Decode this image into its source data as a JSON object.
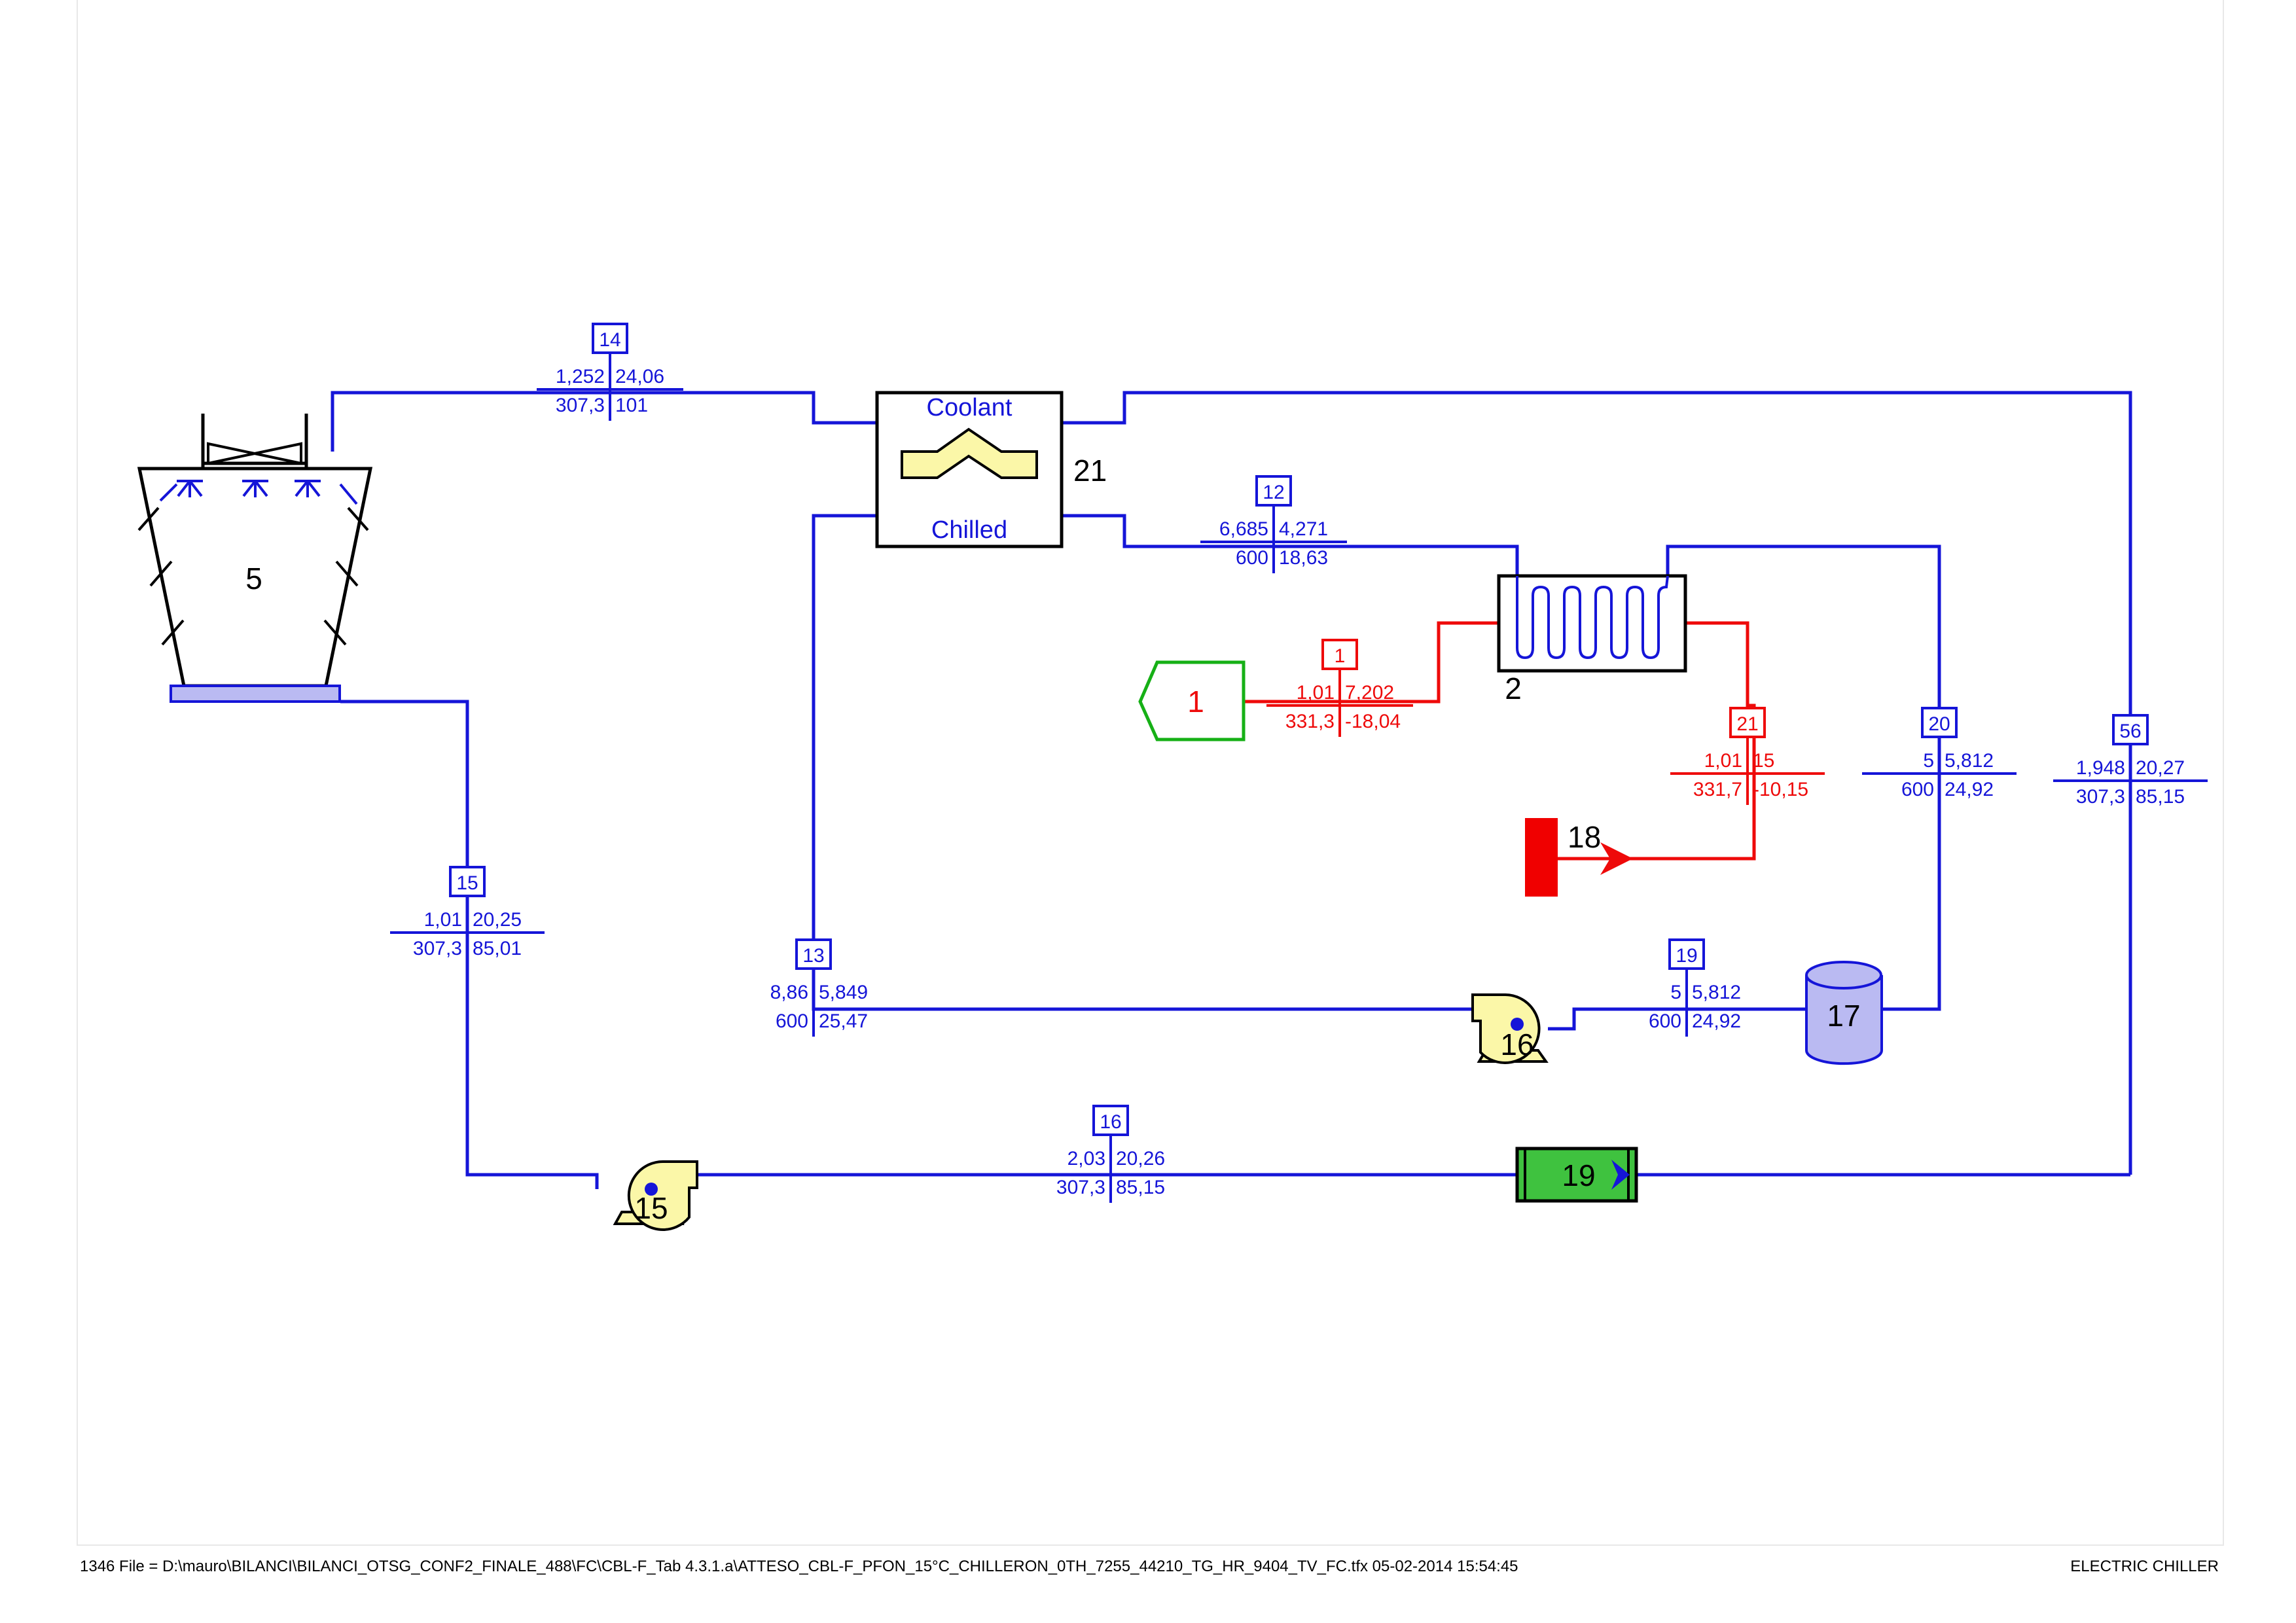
{
  "colors": {
    "water": "#1515d8",
    "refrigerant": "#ee0a0a",
    "source": "#16b016",
    "component_fill": "#fbf7a8",
    "tank_fill": "#babaf2",
    "heater": "#f00000",
    "filter": "#3fc23f"
  },
  "components": {
    "cooling_tower": "5",
    "heat_exchanger": "21",
    "hx_top_label": "Coolant",
    "hx_bottom_label": "Chilled",
    "evaporator": "2",
    "source": "1",
    "heater": "18",
    "tank": "17",
    "pump_chilled": "16",
    "pump_cooling": "15",
    "filter": "19"
  },
  "streams": {
    "s14": {
      "id": "14",
      "tl": "1,252",
      "tr": "24,06",
      "bl": "307,3",
      "br": "101"
    },
    "s12": {
      "id": "12",
      "tl": "6,685",
      "tr": "4,271",
      "bl": "600",
      "br": "18,63"
    },
    "s1": {
      "id": "1",
      "tl": "1,01",
      "tr": "7,202",
      "bl": "331,3",
      "br": "-18,04"
    },
    "s21": {
      "id": "21",
      "tl": "1,01",
      "tr": "15",
      "bl": "331,7",
      "br": "-10,15"
    },
    "s20": {
      "id": "20",
      "tl": "5",
      "tr": "5,812",
      "bl": "600",
      "br": "24,92"
    },
    "s56": {
      "id": "56",
      "tl": "1,948",
      "tr": "20,27",
      "bl": "307,3",
      "br": "85,15"
    },
    "s15": {
      "id": "15",
      "tl": "1,01",
      "tr": "20,25",
      "bl": "307,3",
      "br": "85,01"
    },
    "s13": {
      "id": "13",
      "tl": "8,86",
      "tr": "5,849",
      "bl": "600",
      "br": "25,47"
    },
    "s19": {
      "id": "19",
      "tl": "5",
      "tr": "5,812",
      "bl": "600",
      "br": "24,92"
    },
    "s16": {
      "id": "16",
      "tl": "2,03",
      "tr": "20,26",
      "bl": "307,3",
      "br": "85,15"
    }
  },
  "footer": {
    "left": "1346 File = D:\\mauro\\BILANCI\\BILANCI_OTSG_CONF2_FINALE_488\\FC\\CBL-F_Tab 4.3.1.a\\ATTESO_CBL-F_PFON_15°C_CHILLERON_0TH_7255_44210_TG_HR_9404_TV_FC.tfx  05-02-2014 15:54:45",
    "right": "ELECTRIC CHILLER"
  }
}
